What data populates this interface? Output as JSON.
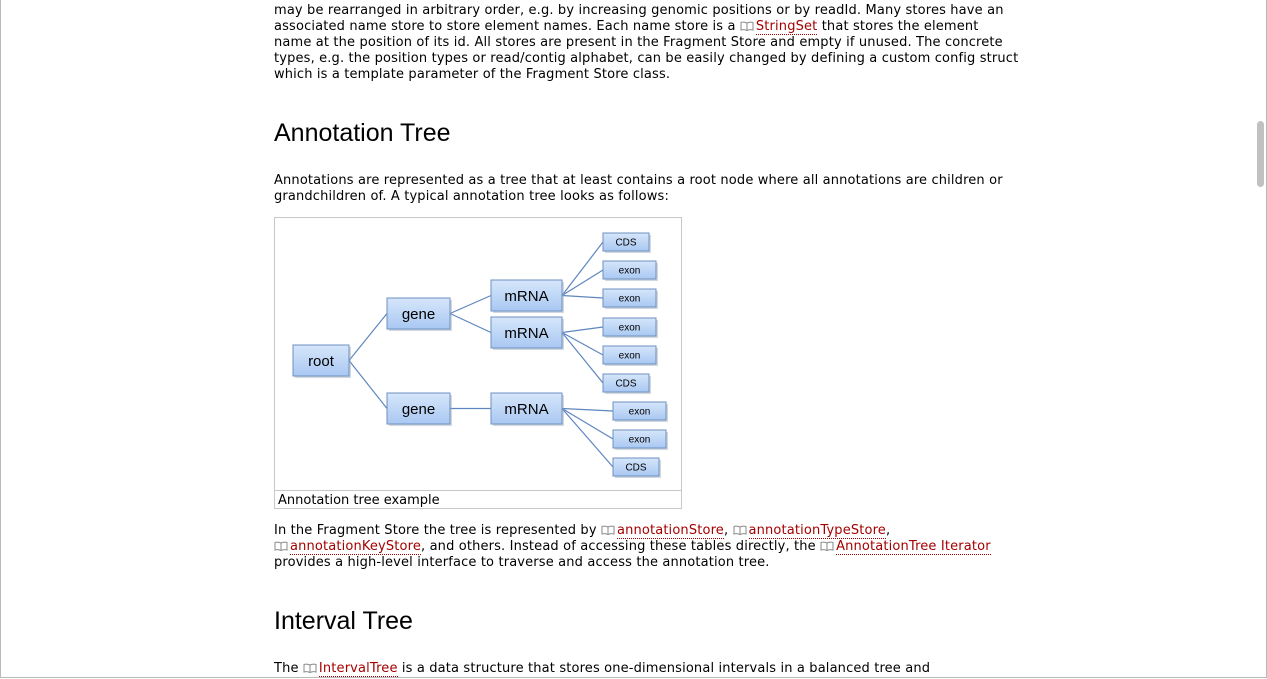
{
  "para_intro": {
    "text_a": "may be rearranged in arbitrary order, e.g. by increasing genomic positions or by readId. Many stores have an associated name store to store element names. Each name store is a ",
    "link_stringset": "StringSet",
    "text_b": " that stores the element name at the position of its id. All stores are present in the Fragment Store and empty if unused. The concrete types, e.g. the position types or read/contig alphabet, can be easily changed by defining a custom config struct which is a template parameter of the Fragment Store class."
  },
  "heading_annotation": "Annotation Tree",
  "para_annotation": "Annotations are represented as a tree that at least contains a root node where all annotations are children or grandchildren of. A typical annotation tree looks as follows:",
  "figure": {
    "caption": "Annotation tree example",
    "nodes": {
      "root": "root",
      "gene1": "gene",
      "gene2": "gene",
      "mrna1": "mRNA",
      "mrna2": "mRNA",
      "mrna3": "mRNA",
      "l1": "CDS",
      "l2": "exon",
      "l3": "exon",
      "l4": "exon",
      "l5": "exon",
      "l6": "CDS",
      "l7": "exon",
      "l8": "exon",
      "l9": "CDS"
    },
    "colors": {
      "node_fill_top": "#d6e6fb",
      "node_fill_bottom": "#a9c8f2",
      "node_stroke": "#6e8fc0",
      "edge": "#5d86c0"
    }
  },
  "para_fragment": {
    "text_a": "In the Fragment Store the tree is represented by ",
    "link_annotation_store": "annotationStore",
    "sep1": ", ",
    "link_annotation_type_store": "annotationTypeStore",
    "sep2": ",",
    "link_annotation_key_store": "annotationKeyStore",
    "text_b": ", and others. Instead of accessing these tables directly, the ",
    "link_annotation_tree_iterator": "AnnotationTree Iterator",
    "text_c": " provides a high-level interface to traverse and access the annotation tree."
  },
  "heading_interval": "Interval Tree",
  "para_interval": {
    "text_a": "The ",
    "link_interval_tree": "IntervalTree",
    "text_b": " is a data structure that stores one-dimensional intervals in a balanced tree and"
  },
  "icons": {
    "doc_link": "book-icon"
  },
  "colors": {
    "link": "#a40000"
  }
}
